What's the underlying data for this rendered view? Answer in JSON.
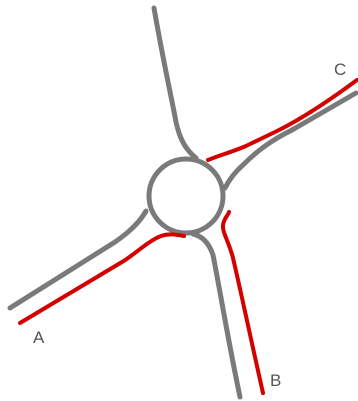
{
  "labels": {
    "a": "A",
    "b": "B",
    "c": "C"
  },
  "colors": {
    "road": "#7a7a7a",
    "route": "#d40000",
    "label": "#555555",
    "background": "#ffffff"
  },
  "roads": [
    "road-north",
    "road-east",
    "road-south",
    "road-west",
    "roundabout-ring"
  ],
  "routes": [
    "route-a-to-b",
    "route-b-to-c"
  ]
}
